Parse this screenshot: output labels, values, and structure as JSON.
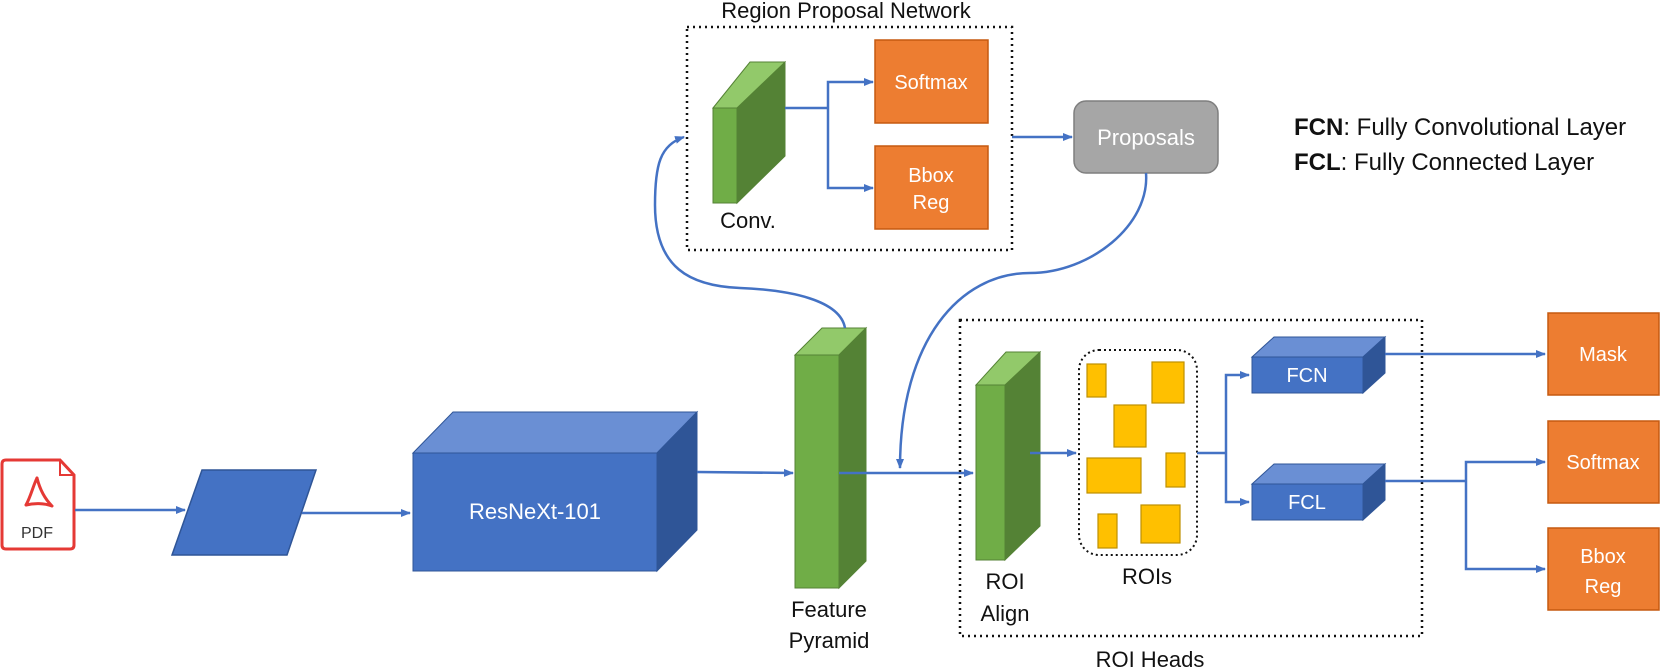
{
  "rpn": {
    "title": "Region Proposal Network",
    "conv_label": "Conv.",
    "softmax_label": "Softmax",
    "bbox_reg_line1": "Bbox",
    "bbox_reg_line2": "Reg"
  },
  "proposals_label": "Proposals",
  "legend": {
    "fcn_abbr": "FCN",
    "fcn_desc": ": Fully Convolutional Layer",
    "fcl_abbr": "FCL",
    "fcl_desc": ": Fully Connected Layer"
  },
  "input": {
    "pdf_label": "PDF",
    "pdf_icon": "pdf-file-icon"
  },
  "backbone_label": "ResNeXt-101",
  "feature_pyramid": {
    "line1": "Feature",
    "line2": "Pyramid"
  },
  "roi_heads": {
    "title": "ROI Heads",
    "roi_align_line1": "ROI",
    "roi_align_line2": "Align",
    "rois_label": "ROIs",
    "fcn_label": "FCN",
    "fcl_label": "FCL"
  },
  "outputs": {
    "mask_label": "Mask",
    "softmax_label": "Softmax",
    "bbox_reg_line1": "Bbox",
    "bbox_reg_line2": "Reg"
  },
  "colors": {
    "blue": "#4472C4",
    "blue_light": "#6A8FD4",
    "blue_dark": "#2F5597",
    "green": "#70AD47",
    "green_light": "#92C96A",
    "green_dark": "#548235",
    "orange": "#ED7D31",
    "gray": "#A6A6A6",
    "gold": "#FFC000",
    "arrow": "#4472C4"
  }
}
